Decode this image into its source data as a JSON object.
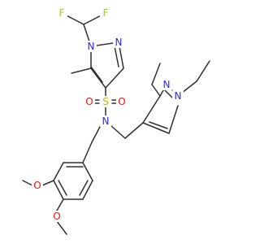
{
  "colors": {
    "bond": "#303030",
    "F": "#9ACD32",
    "N": "#2B2BE8",
    "O": "#E8160C",
    "S": "#C8B400"
  },
  "atoms": {
    "f1": "F",
    "f2": "F",
    "n_pz1_1": "N",
    "n_pz1_2": "N",
    "s": "S",
    "o_s1": "O",
    "o_s2": "O",
    "n_amide": "N",
    "n_pz2_1": "N",
    "n_pz2_2": "N",
    "o_me1": "O",
    "o_me2": "O"
  }
}
